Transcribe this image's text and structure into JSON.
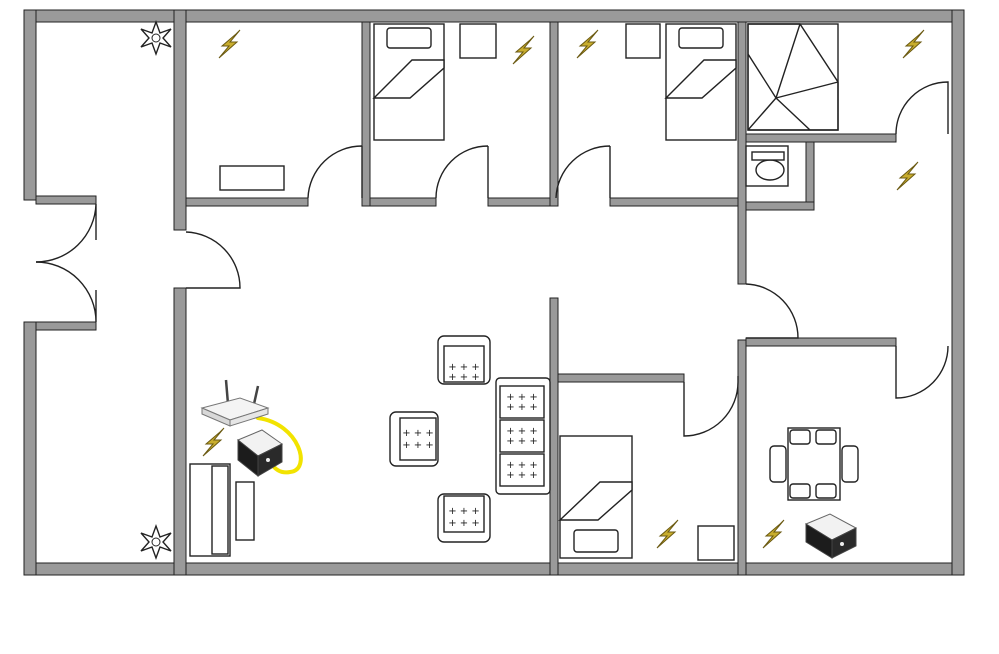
{
  "diagram": {
    "kind": "floor-plan",
    "icons": {
      "power": "lightning-bolt-icon",
      "plant": "plant-icon",
      "router": "wifi-router-icon",
      "adapter": "powerline-adapter-icon"
    },
    "colors": {
      "wall": "#9a9a9a",
      "outline": "#222222",
      "bolt": "#c8ad2e",
      "cable": "#f2e300",
      "background": "#ffffff"
    },
    "powerline_adapters": 2,
    "wifi_routers": 1
  }
}
